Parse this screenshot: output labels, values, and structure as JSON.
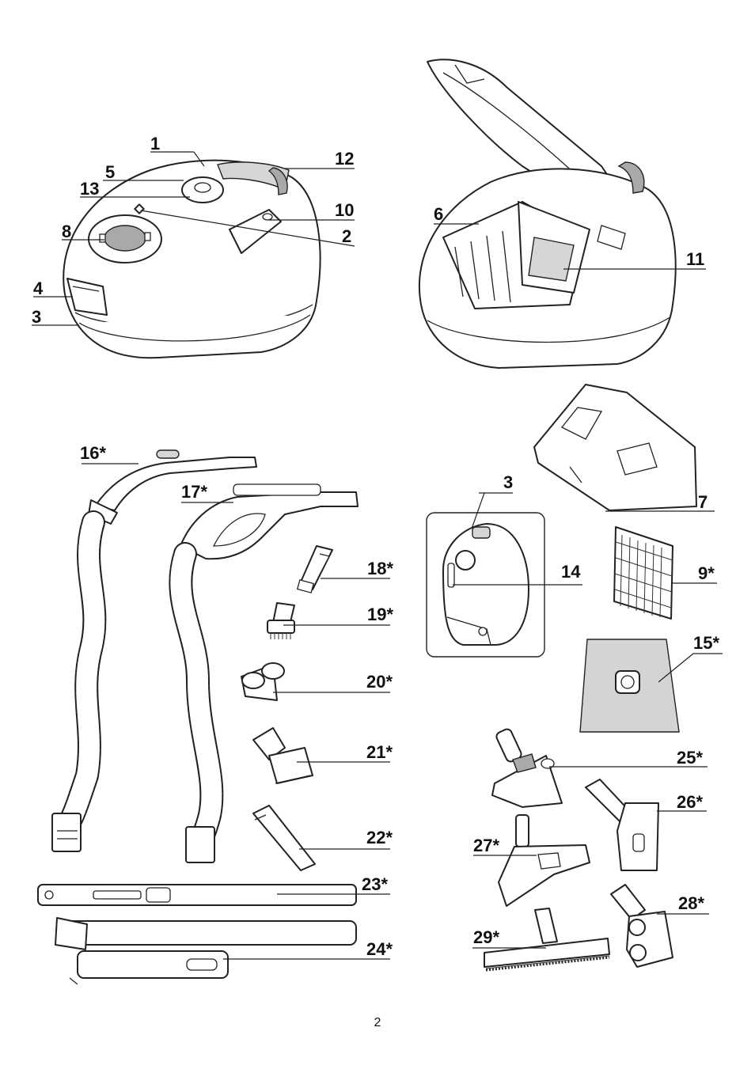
{
  "page_number": "2",
  "callouts": {
    "c1": "1",
    "c5": "5",
    "c13": "13",
    "c8": "8",
    "c4": "4",
    "c3a": "3",
    "c12": "12",
    "c10": "10",
    "c2": "2",
    "c6": "6",
    "c11": "11",
    "c16": "16*",
    "c17": "17*",
    "c18": "18*",
    "c19": "19*",
    "c20": "20*",
    "c21": "21*",
    "c22": "22*",
    "c23": "23*",
    "c24": "24*",
    "c3b": "3",
    "c14": "14",
    "c7": "7",
    "c9": "9*",
    "c15": "15*",
    "c25": "25*",
    "c26": "26*",
    "c27": "27*",
    "c28": "28*",
    "c29": "29*"
  }
}
